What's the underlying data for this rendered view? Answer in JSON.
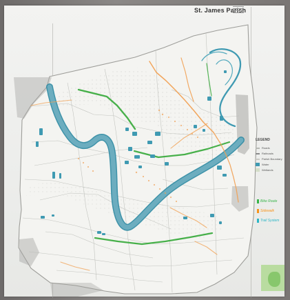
{
  "map": {
    "title": "St. James Parish",
    "colors": {
      "river": "#6cadbf",
      "water_edge": "#2f8aa3",
      "green_route": "#47b04a",
      "orange_route": "#f1a154",
      "road": "#b6b8b3",
      "lake": "#3f9ab2",
      "paper": "#f0f1ee",
      "shadow": "#8f8f8f"
    }
  },
  "legend": {
    "title": "LEGEND",
    "items": [
      {
        "label": "Roads",
        "color": "#b6b8b3"
      },
      {
        "label": "Railroads",
        "color": "#8b8b8b"
      },
      {
        "label": "Parish Boundary",
        "color": "#c9c9c4"
      },
      {
        "label": "Water",
        "color": "#3f9ab2"
      },
      {
        "label": "Wetlands",
        "color": "#d4dec8"
      }
    ]
  },
  "handwritten_key": [
    {
      "label": "Bike Route",
      "color": "#39b54a"
    },
    {
      "label": "Sidewalk",
      "color": "#f7941d"
    },
    {
      "label": "Trail System",
      "color": "#2bb6c5"
    }
  ],
  "icons": {
    "locator": "locator-map-icon"
  }
}
